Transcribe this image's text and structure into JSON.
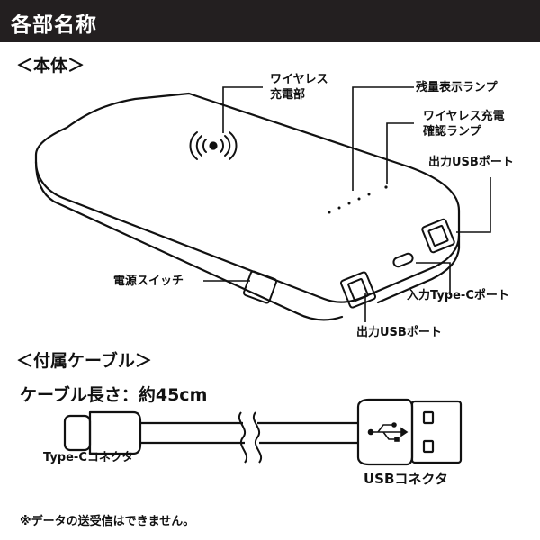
{
  "title": "各部名称",
  "sections": {
    "body": "＜本体＞",
    "cable": "＜付属ケーブル＞"
  },
  "labels": {
    "wireless_charger": [
      "ワイヤレス",
      "充電部"
    ],
    "remaining_lamp": "残量表示ランプ",
    "wireless_lamp": [
      "ワイヤレス充電",
      "確認ランプ"
    ],
    "output_usb_right": "出力USBポート",
    "power_switch": "電源スイッチ",
    "input_typec": "入力Type-Cポート",
    "output_usb_bottom": "出力USBポート"
  },
  "cable": {
    "length_text": "ケーブル長さ：約45cm",
    "typec_label": "Type-Cコネクタ",
    "usb_label": "USBコネクタ"
  },
  "note": "※データの送受信はできません。",
  "colors": {
    "title_bar": "#231f20",
    "ink": "#111111"
  }
}
